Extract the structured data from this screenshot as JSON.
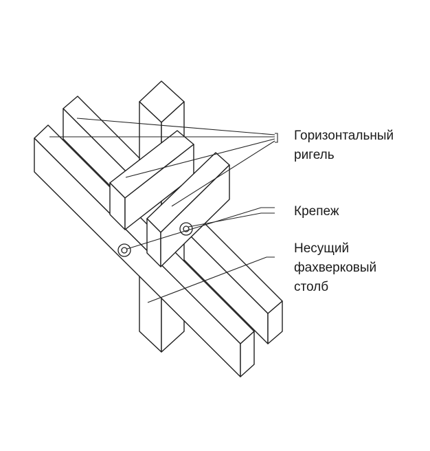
{
  "labels": {
    "horizontal_rail": {
      "line1": "Горизонтальный",
      "line2": "ригель"
    },
    "fastener": {
      "line1": "Крепеж"
    },
    "post": {
      "line1": "Несущий",
      "line2": "фахверковый",
      "line3": "столб"
    }
  },
  "colors": {
    "ink": "#1e1e1e",
    "wood_fill": "#ffffff",
    "grain": "#7a7a7a"
  },
  "icons": [
    "bolt-icon"
  ]
}
